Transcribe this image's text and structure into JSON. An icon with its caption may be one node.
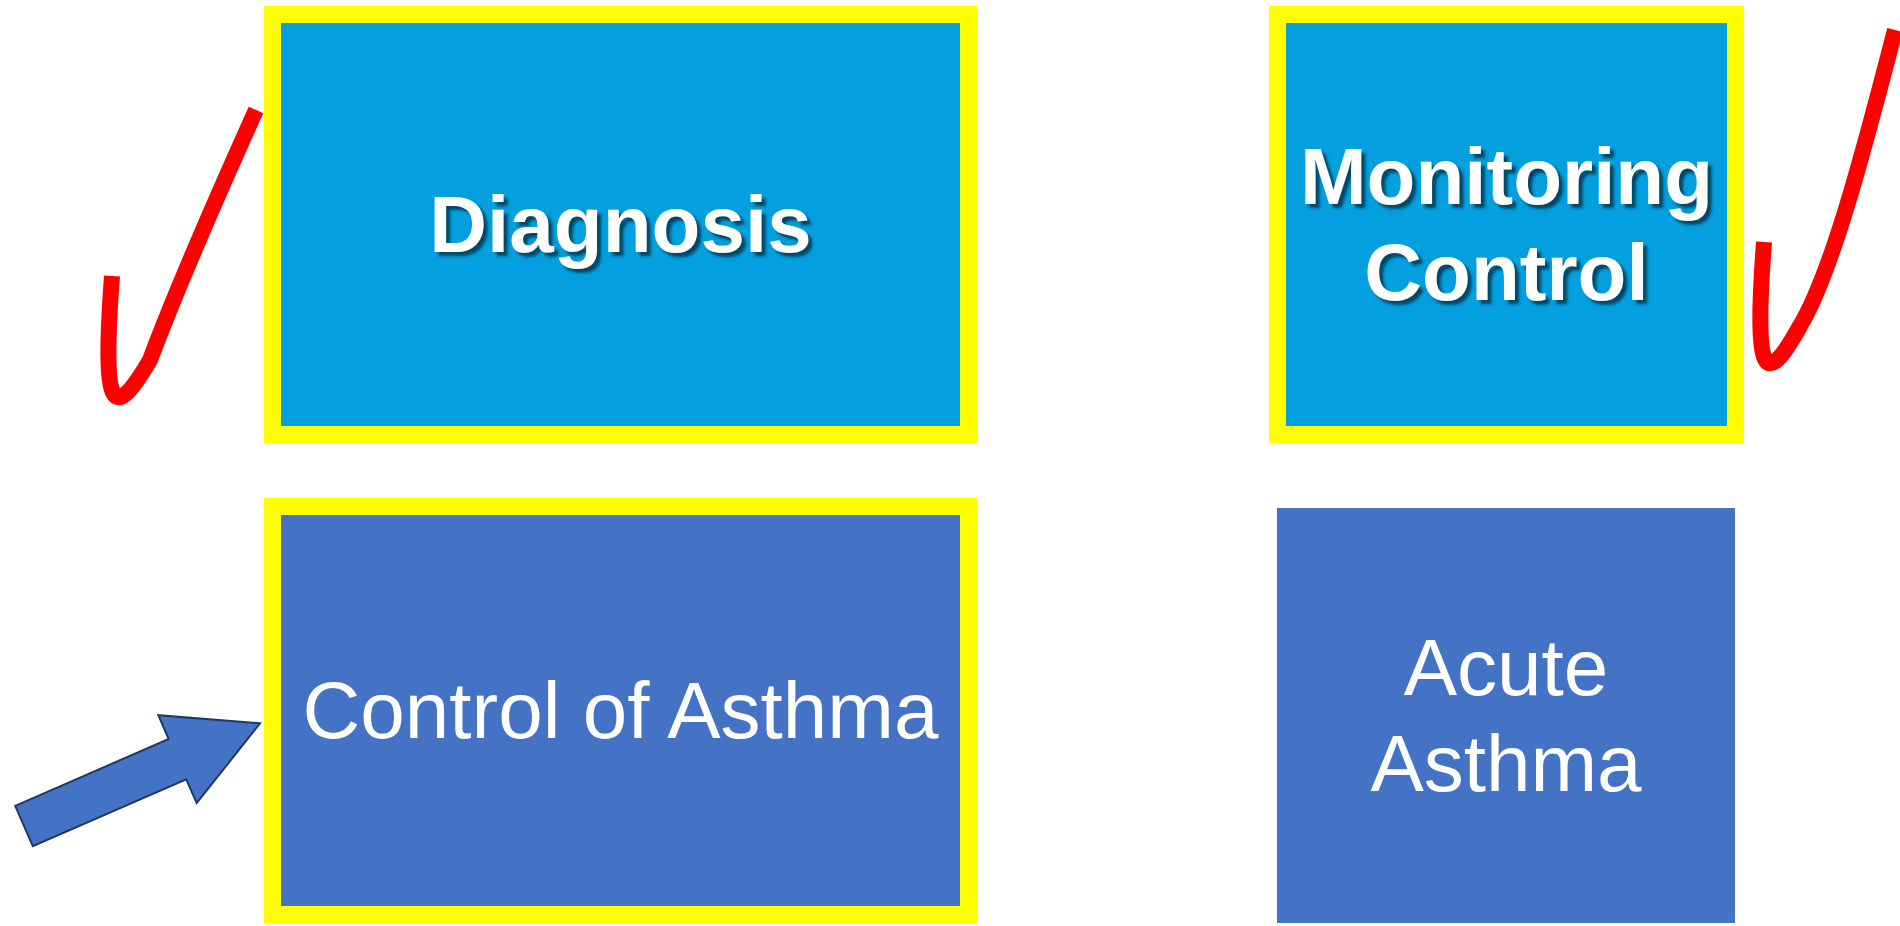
{
  "diagram": {
    "nodes": [
      {
        "text": [
          "Diagnosis"
        ]
      },
      {
        "text": [
          "Monitoring Control"
        ]
      },
      {
        "text": [
          "Control of Asthma"
        ]
      },
      {
        "text": [
          "Acute Asthma"
        ]
      }
    ],
    "edges": [
      {
        "from": null,
        "to": 2,
        "arrow": "to"
      }
    ]
  }
}
